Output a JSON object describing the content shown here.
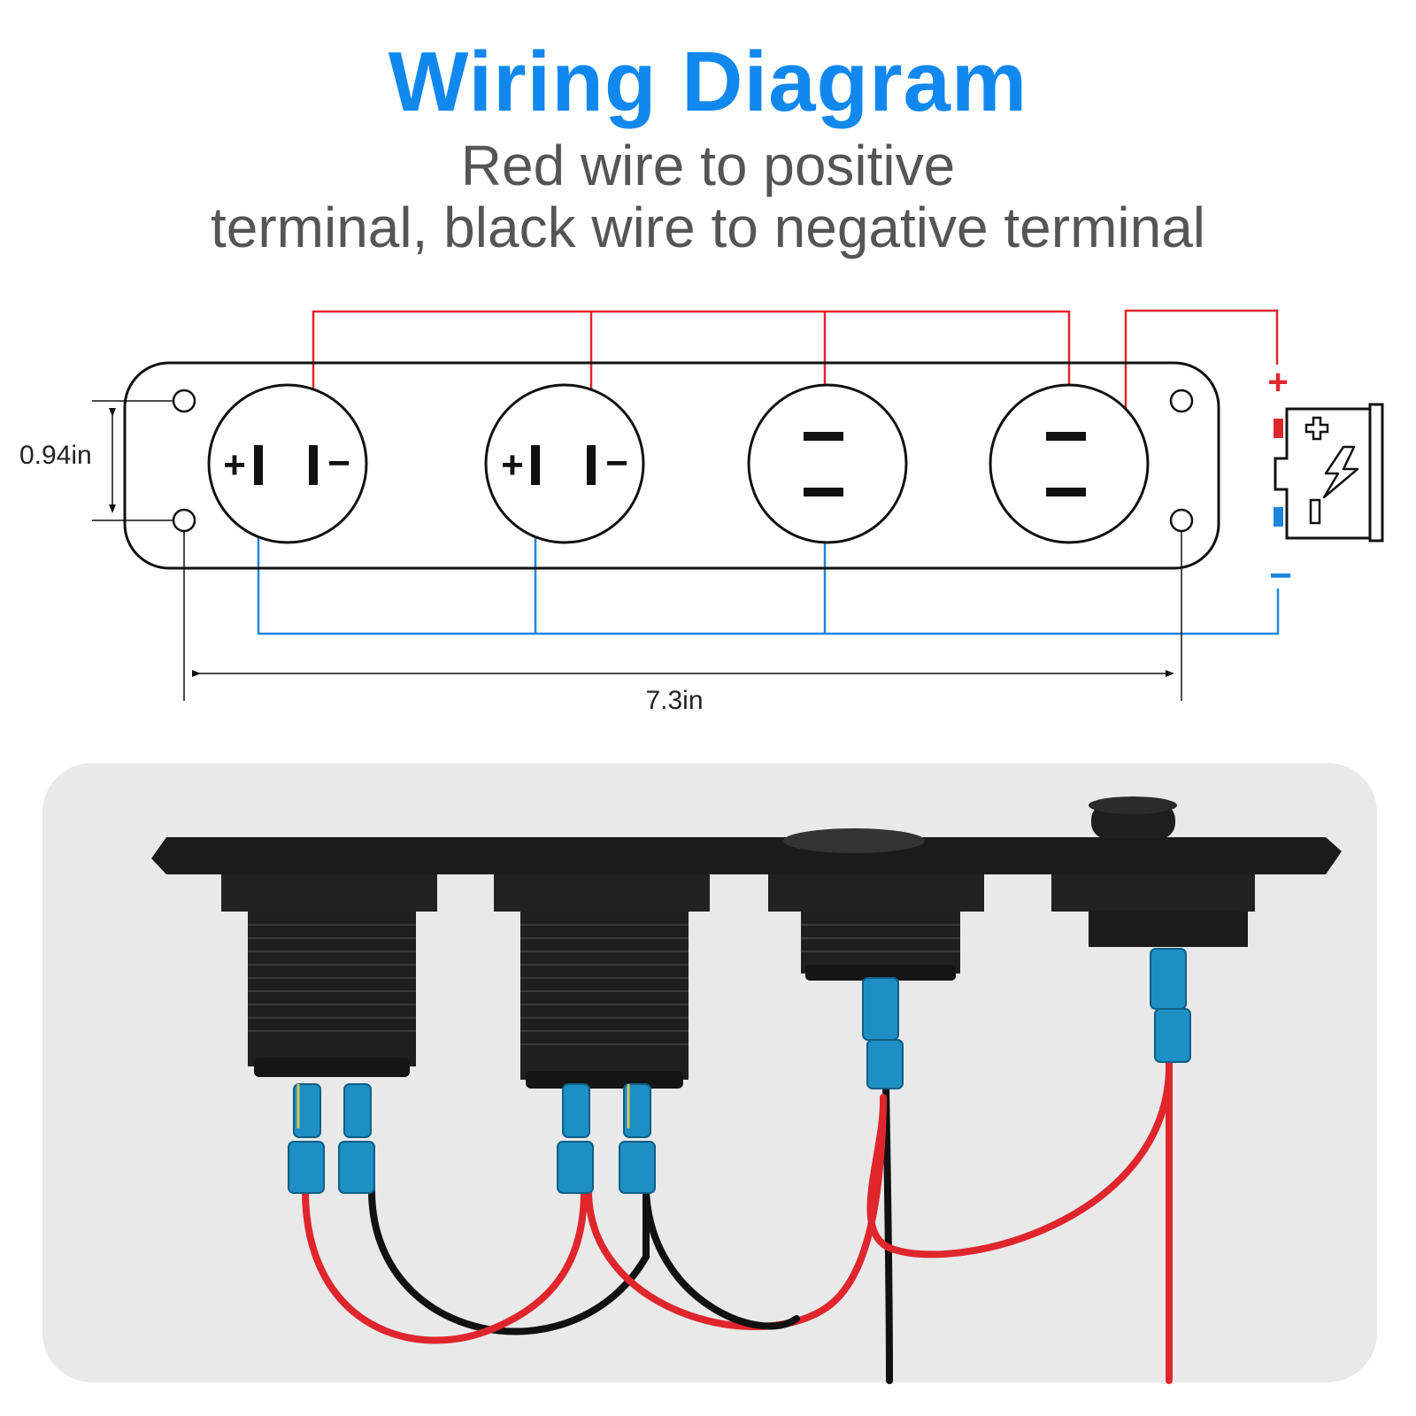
{
  "title": "Wiring Diagram",
  "subtitle_line1": "Red wire to positive",
  "subtitle_line2": "terminal, black wire to negative terminal",
  "dim_height": "0.94in",
  "dim_width": "7.3in",
  "battery_plus": "+",
  "battery_minus": "−",
  "socket1_plus": "+",
  "socket1_minus": "−",
  "socket2_plus": "+",
  "socket2_minus": "−",
  "colors": {
    "title": "#1188ee",
    "subtitle": "#555555",
    "positive_wire": "#e0262d",
    "negative_wire": "#1a86e0",
    "outline": "#111111",
    "photo_bg": "#e9e9e9",
    "connector": "#1d8fc4"
  },
  "icons": [
    "battery-icon",
    "lightning-icon"
  ]
}
